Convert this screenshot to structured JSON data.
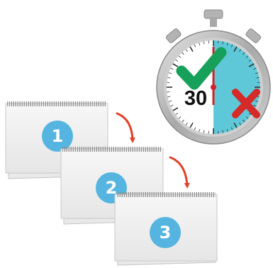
{
  "illustration": {
    "stopwatch": {
      "label": "30",
      "colors": {
        "case": "#b9b9b9",
        "face": "#ffffff",
        "elapsed_sector": "#5ec8d8",
        "hand": "#d4202a",
        "check": "#17a05a",
        "cross": "#d42a2a"
      }
    },
    "calendar_pads": [
      {
        "label": "1"
      },
      {
        "label": "2"
      },
      {
        "label": "3"
      }
    ],
    "colors": {
      "badge": "#56b5e0",
      "arrow": "#e0432a",
      "paper": "#f1f1f1",
      "paper_edge": "#c8c8c8",
      "spiral": "#8a8a8a"
    }
  }
}
